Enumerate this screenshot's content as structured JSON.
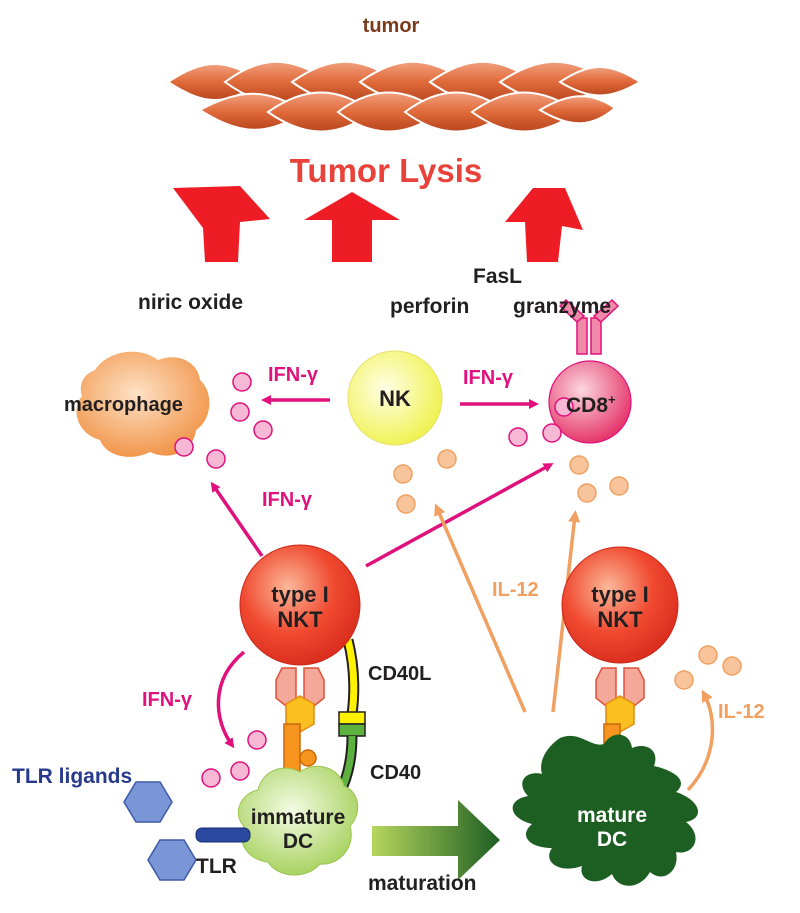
{
  "labels": {
    "tumor": "tumor",
    "tumor_lysis": "Tumor Lysis",
    "niric_oxide": "niric oxide",
    "fasl": "FasL",
    "perforin": "perforin",
    "granzyme": "granzyme",
    "macrophage": "macrophage",
    "nk": "NK",
    "cd8": "CD8",
    "cd8_sup": "+",
    "ifn_gamma": "IFN-γ",
    "il12": "IL-12",
    "nkt": "type I\nNKT",
    "cd40l": "CD40L",
    "cd40": "CD40",
    "tlr_ligands": "TLR ligands",
    "tlr": "TLR",
    "immature_dc": "immature\nDC",
    "mature_dc": "mature\nDC",
    "maturation": "maturation"
  },
  "colors": {
    "tumor_text": "#7a3a1a",
    "lysis_red": "#e8423a",
    "arrow_red": "#ee1c24",
    "ifn_magenta": "#e0107c",
    "il12_orange": "#f0a060",
    "tlr_blue": "#283a8c",
    "dark_text": "#231f20",
    "immature_dc_green": "#b5d66a",
    "mature_dc_green": "#1d5e22",
    "nkt_red": "#ef3a2a",
    "nk_yellow": "#f2f060",
    "cd8_pink": "#e8386a",
    "macrophage_orange": "#f5a050",
    "hexagon_blue": "#6d8fcf",
    "cd40l_yellow": "#fff200",
    "cd40_green": "#5db13e"
  }
}
